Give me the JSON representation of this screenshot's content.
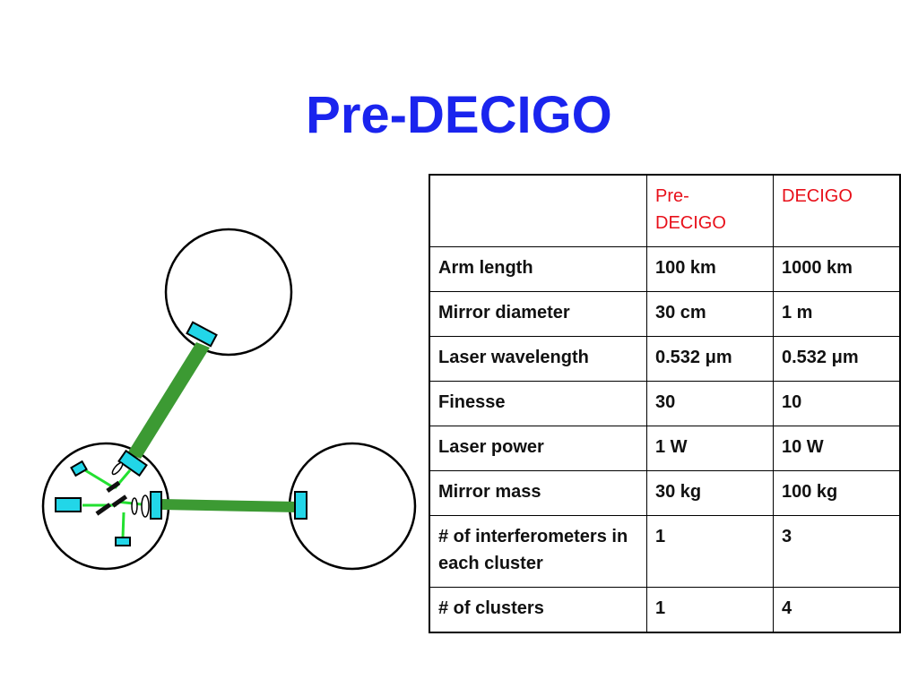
{
  "title": "Pre-DECIGO",
  "colors": {
    "title": "#1a24ee",
    "header": "#e8101a",
    "beam": "#3c9a33",
    "optic": "#22d6e8"
  },
  "table": {
    "headers": [
      "",
      "Pre-\nDECIGO",
      "DECIGO"
    ],
    "rows": [
      [
        "Arm length",
        "100 km",
        "1000 km"
      ],
      [
        "Mirror diameter",
        "30 cm",
        "1 m"
      ],
      [
        "Laser wavelength",
        "0.532 μm",
        "0.532 μm"
      ],
      [
        "Finesse",
        "30",
        "10"
      ],
      [
        "Laser power",
        "1 W",
        "10 W"
      ],
      [
        "Mirror mass",
        "30 kg",
        "100 kg"
      ],
      [
        "# of interferometers in each cluster",
        "1",
        "3"
      ],
      [
        "# of clusters",
        "1",
        "4"
      ]
    ]
  }
}
